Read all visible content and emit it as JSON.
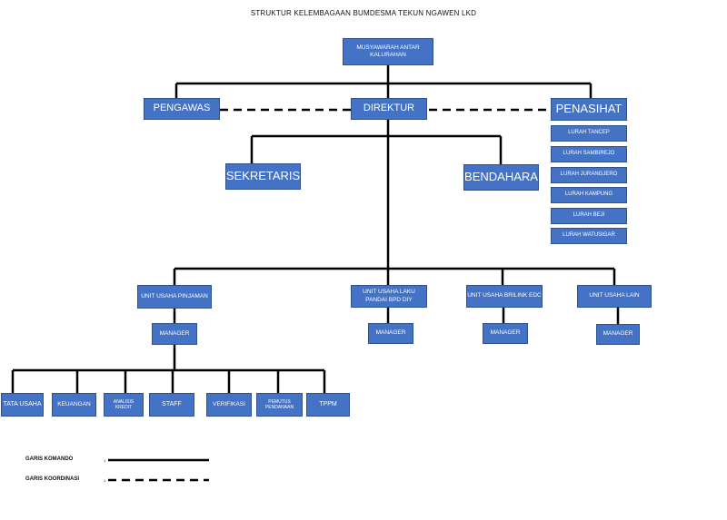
{
  "title": "STRUKTUR KELEMBAGAAN BUMDESMA TEKUN NGAWEN LKD",
  "nodes": {
    "musyawarah": "MUSYAWARAH ANTAR KALURAHAN",
    "pengawas": "PENGAWAS",
    "direktur": "DIREKTUR",
    "penasihat": "PENASIHAT",
    "sekretaris": "SEKRETARIS",
    "bendahara": "BENDAHARA",
    "lurah": [
      "LURAH TANCEP",
      "LURAH SAMBIREJO",
      "LURAH JURANGJERO",
      "LURAH KAMPUNG",
      "LURAH BEJI",
      "LURAH WATUSIGAR"
    ],
    "units": [
      "UNIT USAHA PINJAMAN",
      "UNIT USAHA LAKU PANDAI BPD DIY",
      "UNIT USAHA BRILINK EDC",
      "UNIT USAHA LAIN"
    ],
    "manager": "MANAGER",
    "sub": [
      "TATA USAHA",
      "KEUANGAN",
      "ANALISIS KREDIT",
      "STAFF",
      "VERIFIKASI",
      "PEMUTUS PENDANAAN",
      "TPPM"
    ]
  },
  "legend": {
    "komando": "GARIS KOMANDO",
    "koordinasi": "GARIS KOORDINASI",
    "tick": "1"
  }
}
